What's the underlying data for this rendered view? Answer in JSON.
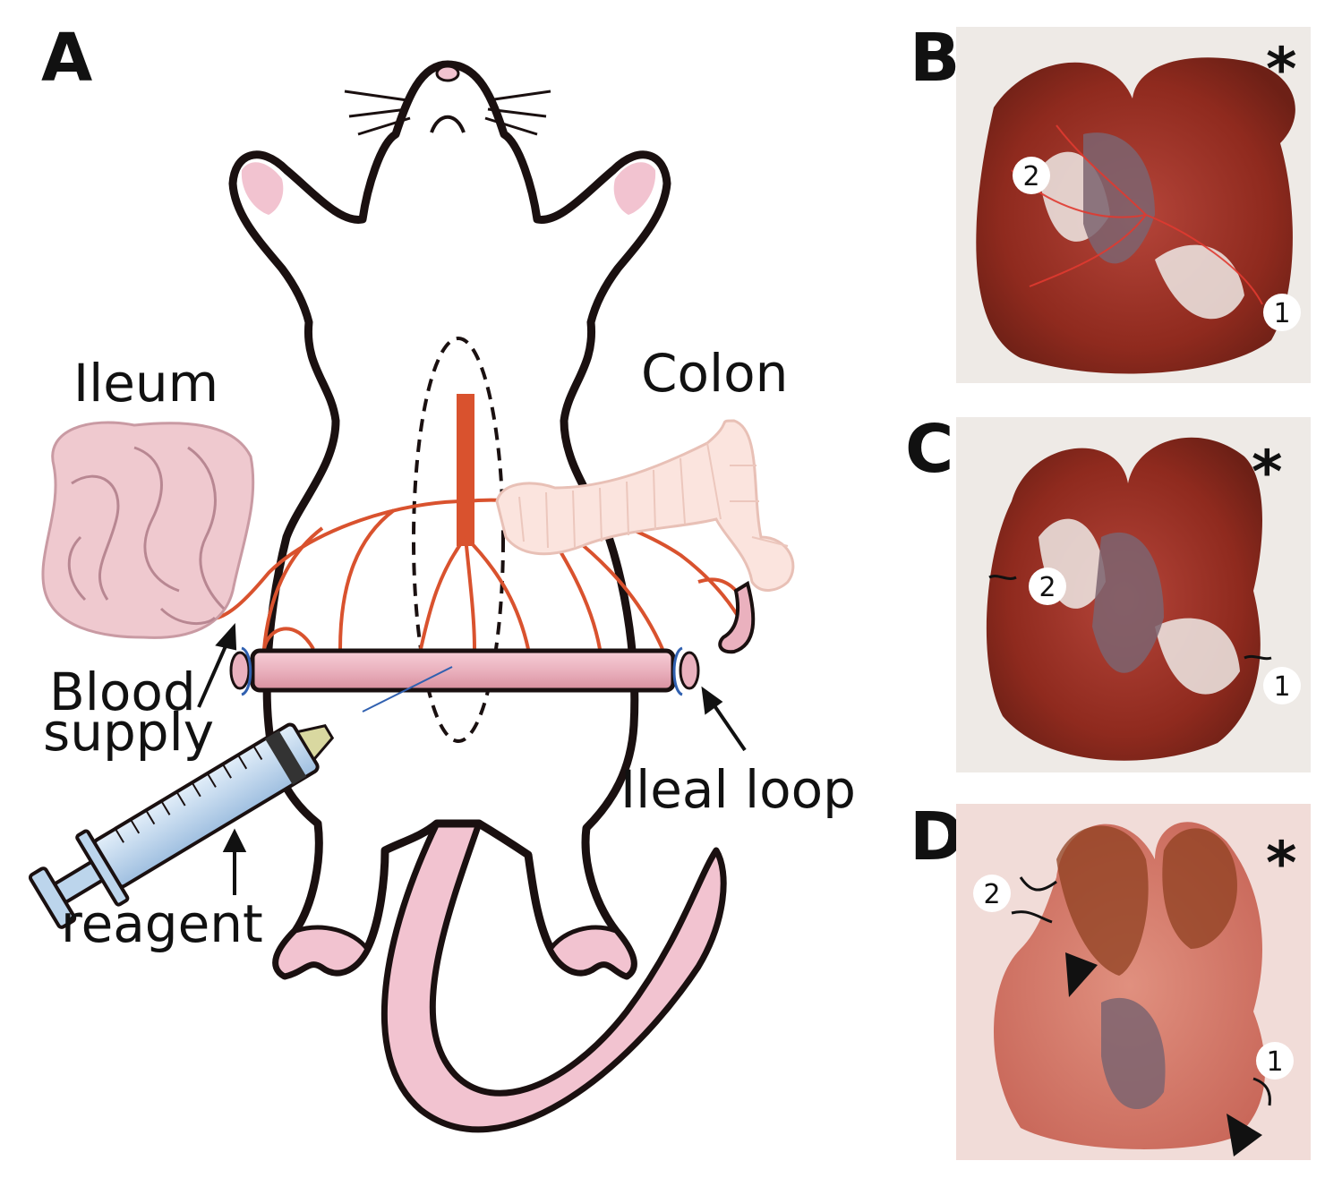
{
  "panels": {
    "A": {
      "letter": "A",
      "labels": {
        "ileum": "Ileum",
        "colon": "Colon",
        "blood_supply_line1": "Blood",
        "blood_supply_line2": "supply",
        "ileal_loop": "Ileal loop",
        "reagent": "reagent"
      }
    },
    "B": {
      "letter": "B",
      "star": "*",
      "marker1": "1",
      "marker2": "2"
    },
    "C": {
      "letter": "C",
      "star": "*",
      "marker1": "1",
      "marker2": "2"
    },
    "D": {
      "letter": "D",
      "star": "*",
      "marker1": "1",
      "marker2": "2"
    }
  },
  "colors": {
    "outline": "#1a1010",
    "skin_pink": "#f2c3d0",
    "vessel_red": "#d9522e",
    "intestine_pink": "#efc9cf",
    "colon_peach": "#fbe4de",
    "photo_background": "#eeeae6",
    "tissue_red": "#8f2a1e",
    "syringe_blue": "#bcd5ec"
  }
}
